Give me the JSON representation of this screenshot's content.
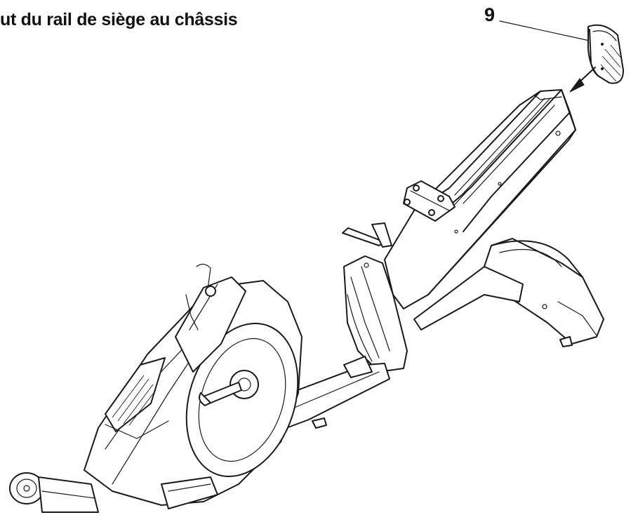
{
  "heading": "ut du rail de siège au châssis",
  "callouts": [
    {
      "label": "9",
      "part": "end-cap"
    }
  ],
  "colors": {
    "ink": "#1a1a1a",
    "background": "#ffffff"
  }
}
